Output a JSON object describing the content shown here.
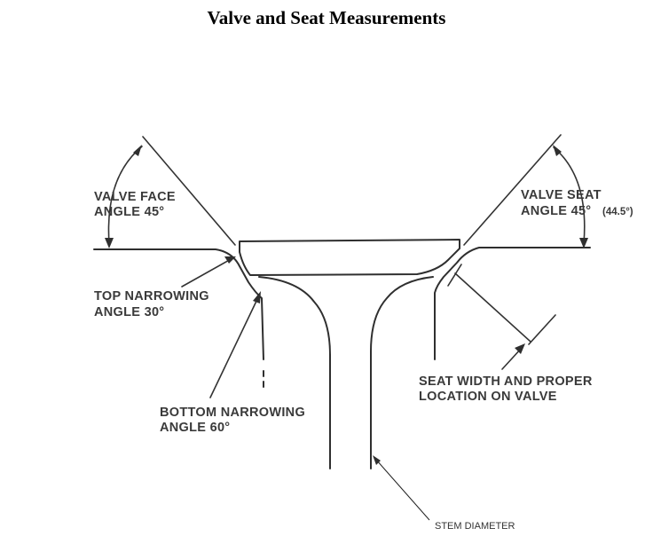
{
  "title": "Valve and Seat Measurements",
  "labels": {
    "valve_face_1": "VALVE FACE",
    "valve_face_2": "ANGLE 45°",
    "valve_seat_1": "VALVE SEAT",
    "valve_seat_2": "ANGLE 45°",
    "valve_seat_note": "(44.5°)",
    "top_narrow_1": "TOP NARROWING",
    "top_narrow_2": "ANGLE 30°",
    "bottom_narrow_1": "BOTTOM NARROWING",
    "bottom_narrow_2": "ANGLE 60°",
    "seat_width_1": "SEAT WIDTH AND PROPER",
    "seat_width_2": "LOCATION ON VALVE",
    "stem_diameter": "STEM DIAMETER"
  },
  "colors": {
    "line": "#2f2f2f",
    "text": "#3a3a3a",
    "background": "#ffffff"
  }
}
